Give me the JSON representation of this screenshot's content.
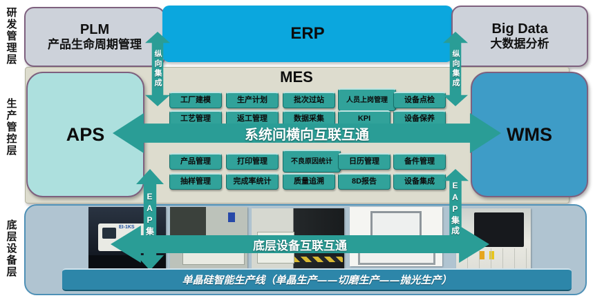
{
  "layer_labels": {
    "rnd": "研发管理层",
    "production": "生产管控层",
    "devices": "底层设备层"
  },
  "top_row": {
    "plm_title": "PLM",
    "plm_subtitle": "产品生命周期管理",
    "erp_title": "ERP",
    "bigdata_title": "Big Data",
    "bigdata_subtitle": "大数据分析"
  },
  "mes": {
    "title": "MES",
    "aps_label": "APS",
    "wms_label": "WMS",
    "horizontal_arrow_label": "系统间横向互联互通",
    "modules_top": [
      [
        "工厂建模",
        "生产计划",
        "批次过站",
        "人员上岗管理",
        "设备点检"
      ],
      [
        "工艺管理",
        "返工管理",
        "数据采集",
        "KPI",
        "设备保养"
      ]
    ],
    "modules_bottom": [
      [
        "产品管理",
        "打印管理",
        "不良原因统计",
        "日历管理",
        "备件管理"
      ],
      [
        "抽样管理",
        "完成率统计",
        "质量追溯",
        "8D报告",
        "设备集成"
      ]
    ]
  },
  "arrows": {
    "vertical_integration": "纵向集成",
    "eap_integration": "EAP集成",
    "device_arrow_label": "底层设备互联互通"
  },
  "bottom": {
    "production_line_label": "单晶硅智能生产线（单晶生产——切磨生产——抛光生产）",
    "photo_machine_label": "EI-1KS"
  },
  "colors": {
    "teal": "#2A9D96",
    "erp_cyan": "#0BA7DE",
    "gray_box": "#CDD2DA",
    "mes_beige": "#DDDCCE",
    "aps_fill": "#ADE0DE",
    "wms_fill": "#3E9CC7",
    "panel_fill": "#B0C4D1",
    "panel_border": "#4E90B6",
    "bar_fill": "#2D86A9"
  }
}
